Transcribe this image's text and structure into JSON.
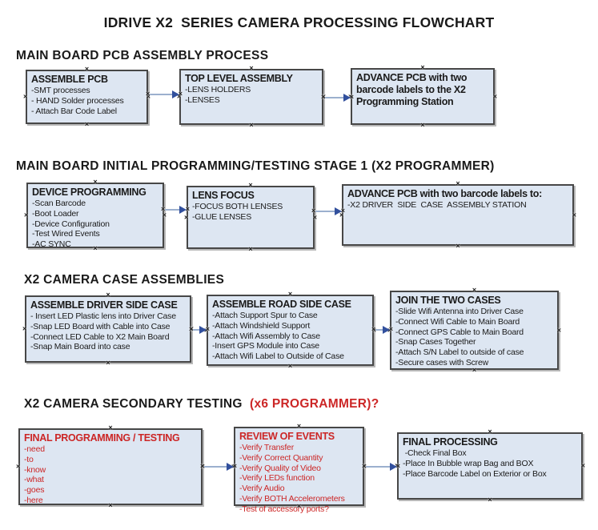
{
  "title": "IDRIVE X2  SERIES CAMERA PROCESSING FLOWCHART",
  "colors": {
    "box_fill": "#dde6f2",
    "box_border": "#474747",
    "red": "#cc2626",
    "arrow_line": "#9cb0ce",
    "arrow_head": "#32509d",
    "handle": "#1a1a1a",
    "text": "#1a1a1a"
  },
  "icons": {
    "anchor_x": "×"
  },
  "sections": [
    {
      "header": "MAIN BOARD PCB ASSEMBLY PROCESS",
      "header_suffix": "",
      "boxes": [
        {
          "title": "ASSEMBLE PCB",
          "items": [
            "-SMT processes",
            "- HAND Solder processes",
            "- Attach Bar Code Label"
          ]
        },
        {
          "title": "TOP LEVEL ASSEMBLY",
          "items": [
            "-LENS HOLDERS",
            "-LENSES"
          ]
        },
        {
          "title": "ADVANCE PCB with two barcode labels to the  X2 Programming Station",
          "items": []
        }
      ]
    },
    {
      "header": "MAIN BOARD INITIAL PROGRAMMING/TESTING STAGE 1 (X2 PROGRAMMER)",
      "header_suffix": "",
      "boxes": [
        {
          "title": "DEVICE PROGRAMMING",
          "items": [
            "-Scan Barcode",
            "-Boot Loader",
            "-Device Configuration",
            "-Test Wired Events",
            "-AC SYNC"
          ]
        },
        {
          "title": "LENS FOCUS",
          "items": [
            "-FOCUS BOTH LENSES",
            "-GLUE LENSES"
          ]
        },
        {
          "title": "ADVANCE PCB with two barcode labels to:",
          "items": [
            "-X2 DRIVER  SIDE  CASE  ASSEMBLY STATION"
          ]
        }
      ]
    },
    {
      "header": "X2 CAMERA CASE ASSEMBLIES",
      "header_suffix": "",
      "boxes": [
        {
          "title": "ASSEMBLE DRIVER SIDE CASE",
          "items": [
            "- Insert LED Plastic lens into Driver Case",
            "-Snap LED Board with Cable into Case",
            "-Connect LED Cable to X2 Main Board",
            "-Snap Main Board into case"
          ]
        },
        {
          "title": "ASSEMBLE ROAD SIDE CASE",
          "items": [
            "-Attach Support Spur to Case",
            "-Attach Windshield Support",
            "-Attach Wifi Assembly to Case",
            "-Insert GPS Module into Case",
            "-Attach Wifi Label to Outside of Case"
          ]
        },
        {
          "title": "JOIN THE TWO CASES",
          "items": [
            "-Slide Wifi Antenna into Driver Case",
            "-Connect Wifi Cable to Main Board",
            "-Connect GPS Cable to Main Board",
            "-Snap Cases Together",
            "-Attach S/N Label to outside of case",
            "-Secure cases with Screw"
          ]
        }
      ]
    },
    {
      "header": "X2 CAMERA SECONDARY TESTING ",
      "header_suffix": " (x6 PROGRAMMER)?",
      "boxes": [
        {
          "title": "FINAL PROGRAMMING / TESTING",
          "red": true,
          "items": [
            "-need",
            "-to",
            "-know",
            "-what",
            "-goes",
            "-here"
          ]
        },
        {
          "title": "REVIEW OF EVENTS",
          "red": true,
          "items": [
            "-Verify Transfer",
            "-Verify Correct Quantity",
            "-Verify Quality of Video",
            "-Verify LEDs function",
            "-Verify Audio",
            "-Verify BOTH Accelerometers",
            "-Test of accessory ports?"
          ]
        },
        {
          "title": "FINAL PROCESSING",
          "items": [
            " -Check Final Box",
            "-Place In Bubble wrap Bag and BOX",
            "-Place Barcode Label on Exterior or Box"
          ]
        }
      ]
    }
  ]
}
